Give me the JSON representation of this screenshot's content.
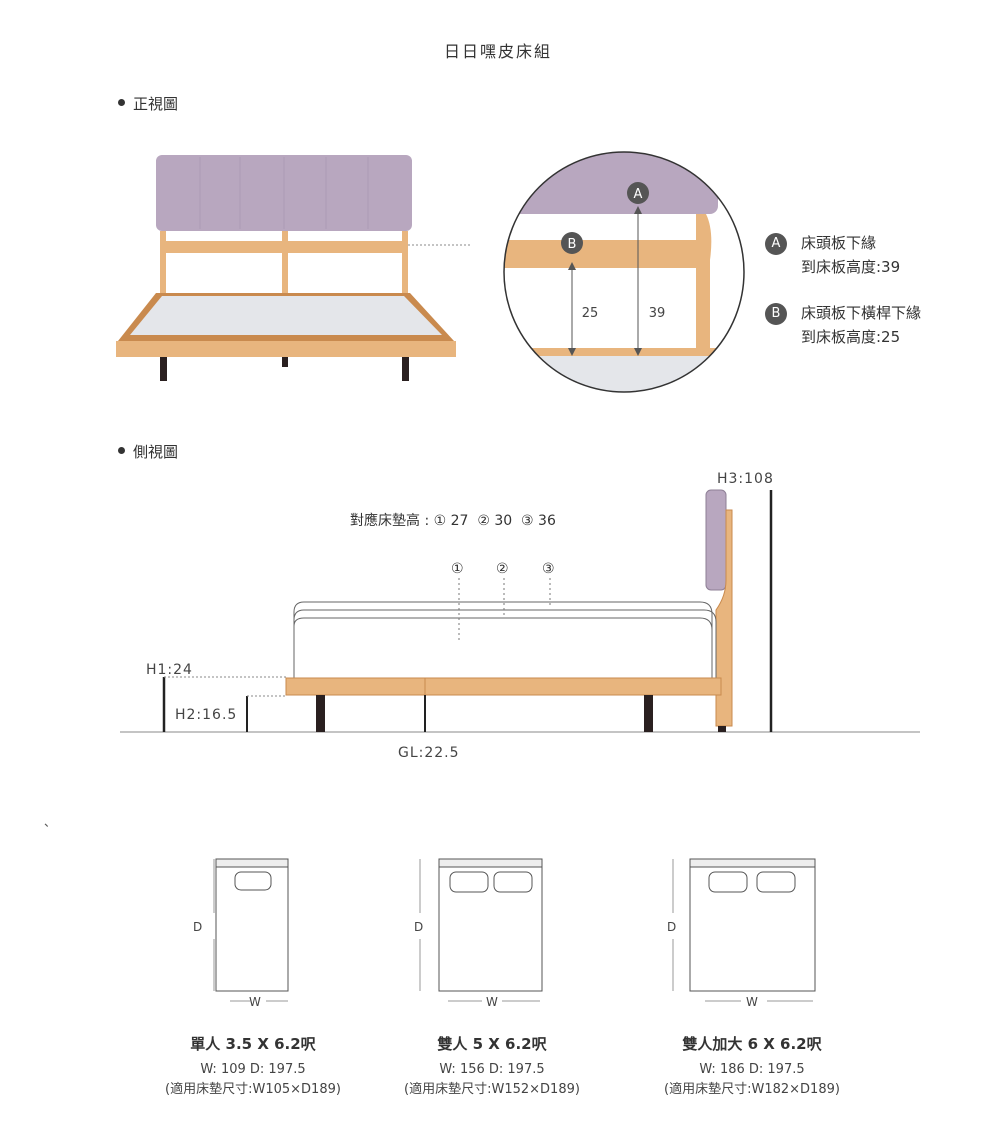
{
  "title": "日日嘿皮床組",
  "front_section": {
    "label": "正視圖"
  },
  "side_section": {
    "label": "側視圖"
  },
  "zoom": {
    "marker_a": "A",
    "marker_b": "B",
    "dim_b": "25",
    "dim_a": "39"
  },
  "legend": [
    {
      "marker": "A",
      "line1": "床頭板下緣",
      "line2": "到床板高度:39"
    },
    {
      "marker": "B",
      "line1": "床頭板下橫桿下緣",
      "line2": "到床板高度:25"
    }
  ],
  "side": {
    "h3": "H3:108",
    "mattress_heights": "對應床墊高 : ① 27  ② 30  ③ 36",
    "mattress_markers": [
      "①",
      "②",
      "③"
    ],
    "h1": "H1:24",
    "h2": "H2:16.5",
    "gl": "GL:22.5"
  },
  "stray_mark": "、",
  "beds": [
    {
      "name": "單人 3.5 X 6.2呎",
      "size": "W: 109  D: 197.5",
      "mattress": "(適用床墊尺寸:W105×D189)",
      "d_label": "D",
      "w_label": "W"
    },
    {
      "name": "雙人 5 X 6.2呎",
      "size": "W: 156  D: 197.5",
      "mattress": "(適用床墊尺寸:W152×D189)",
      "d_label": "D",
      "w_label": "W"
    },
    {
      "name": "雙人加大 6 X 6.2呎",
      "size": "W: 186  D: 197.5",
      "mattress": "(適用床墊尺寸:W182×D189)",
      "d_label": "D",
      "w_label": "W"
    }
  ],
  "colors": {
    "wood": "#E8B57E",
    "wood_dark": "#C98A4E",
    "fabric": "#B8A7BF",
    "platform": "#E4E6EA",
    "leg": "#2A2020"
  }
}
